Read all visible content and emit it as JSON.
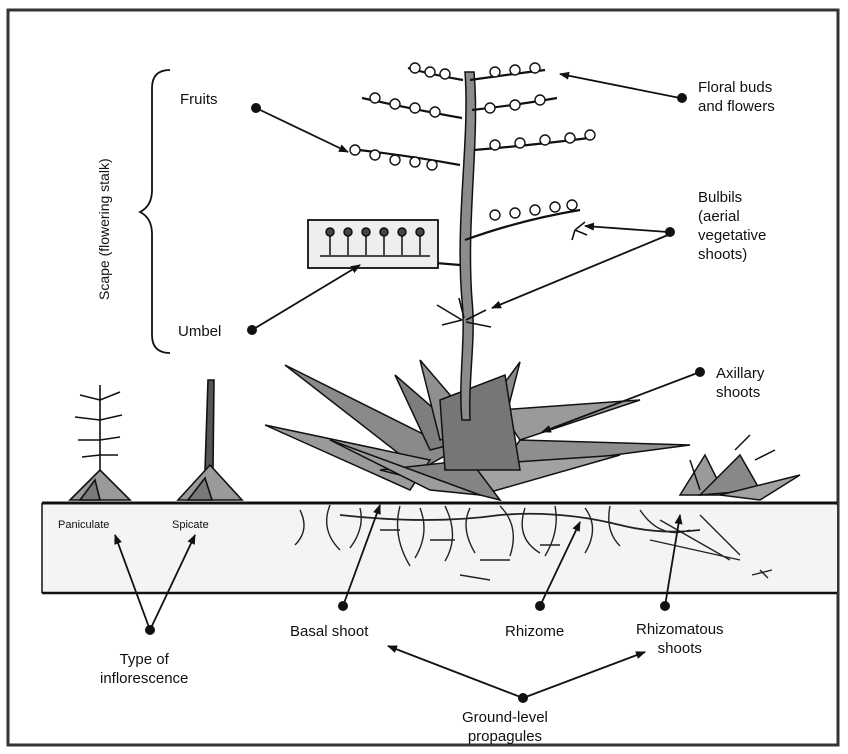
{
  "labels": {
    "fruits": "Fruits",
    "floral_buds": "Floral buds\nand flowers",
    "bulbils": "Bulbils\n(aerial\nvegetative\nshoots)",
    "umbel": "Umbel",
    "scape": "Scape (flowering stalk)",
    "axillary_shoots": "Axillary\nshoots",
    "paniculate": "Paniculate",
    "spicate": "Spicate",
    "basal_shoot": "Basal shoot",
    "rhizome": "Rhizome",
    "rhizomatous_shoots": "Rhizomatous\nshoots",
    "type_of_inflorescence": "Type of\ninflorescence",
    "ground_level_propagules": "Ground-level\npropagules"
  },
  "colors": {
    "leaf_dark": "#7a7a7a",
    "leaf_light": "#9e9e9e",
    "soil": "#f4f4f4",
    "ink": "#111111"
  }
}
